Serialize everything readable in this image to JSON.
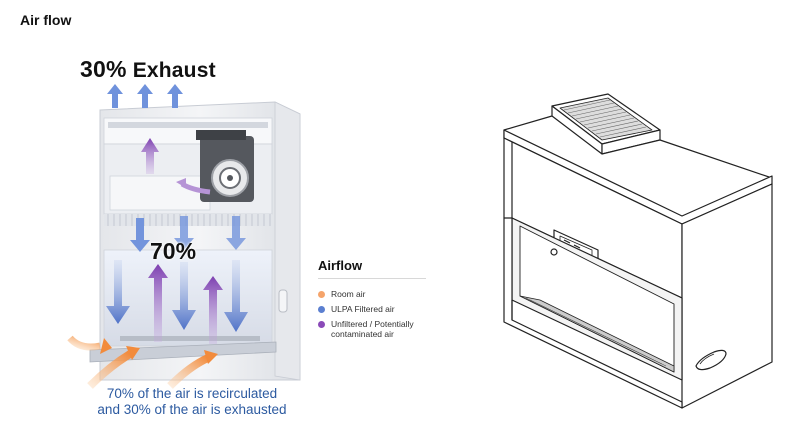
{
  "heading": "Air flow",
  "exhaust": {
    "percent": "30%",
    "label": "Exhaust"
  },
  "recirc_percent": "70%",
  "caption": {
    "line1": "70% of the air is recirculated",
    "line2": "and 30% of the air is exhausted"
  },
  "legend": {
    "title": "Airflow",
    "items": [
      {
        "label": "Room air",
        "color": "#f5a46b"
      },
      {
        "label": "ULPA Filtered air",
        "color": "#5b7fd0"
      },
      {
        "label": "Unfiltered / Potentially contaminated air",
        "color": "#8a4ab8"
      }
    ]
  },
  "colors": {
    "room_air": "#f5a46b",
    "filtered_air": "#5b7fd0",
    "contaminated_air": "#8a4ab8",
    "caption_text": "#2c5aa0"
  }
}
